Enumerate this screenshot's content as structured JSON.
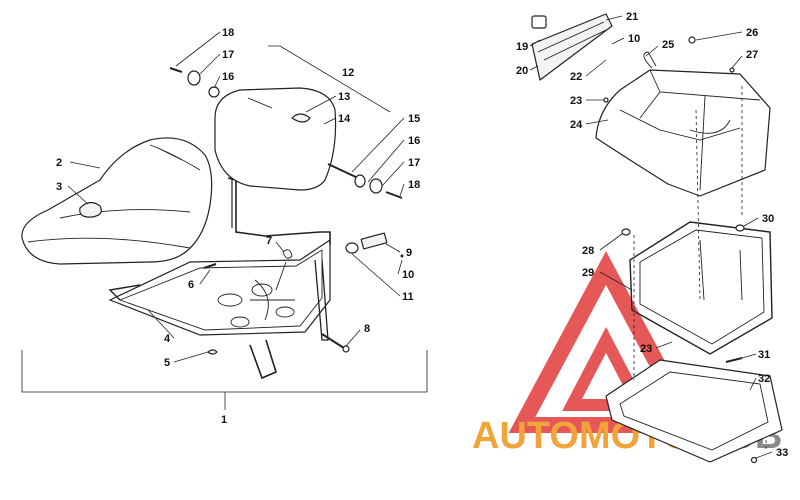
{
  "callouts": {
    "c1": "1",
    "c2": "2",
    "c3": "3",
    "c4": "4",
    "c5": "5",
    "c6": "6",
    "c7": "7",
    "c8": "8",
    "c9": "9",
    "c10a": "10",
    "c10b": "10",
    "c11": "11",
    "c12": "12",
    "c13": "13",
    "c14": "14",
    "c15": "15",
    "c16a": "16",
    "c16b": "16",
    "c17a": "17",
    "c17b": "17",
    "c18a": "18",
    "c18b": "18",
    "c19": "19",
    "c20": "20",
    "c21": "21",
    "c22": "22",
    "c23a": "23",
    "c23b": "23",
    "c24": "24",
    "c25": "25",
    "c26": "26",
    "c27": "27",
    "c28": "28",
    "c29": "29",
    "c30": "30",
    "c31": "31",
    "c32": "32",
    "c33": "33"
  },
  "watermark": {
    "part1": "AUTOMOTO",
    "part2": "HUB",
    "color1": "#f2a43a",
    "color2": "#8a8a8a",
    "triangle_color": "#e23b3b"
  }
}
